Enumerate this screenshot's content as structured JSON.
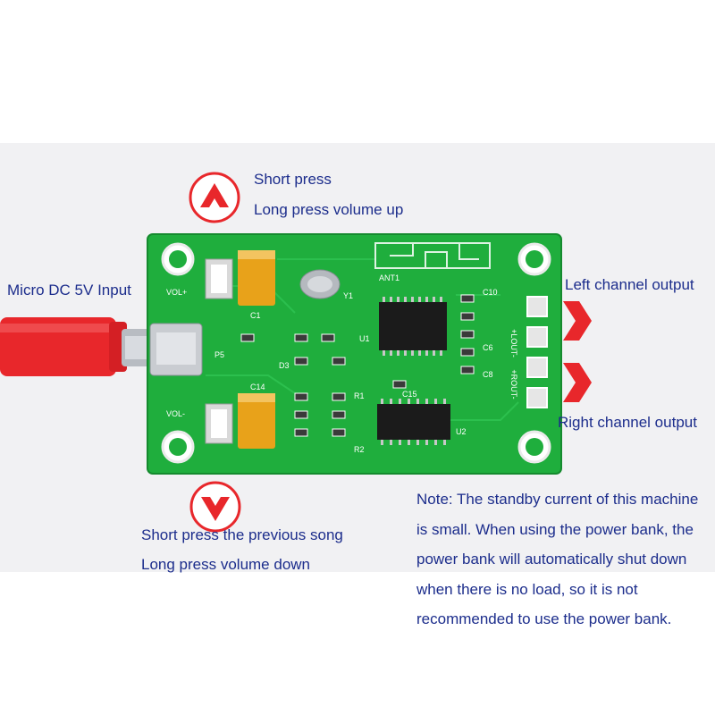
{
  "annotations": {
    "vol_up": {
      "line1": "Short press",
      "line2": "Long press volume up"
    },
    "vol_down": {
      "line1": "Short press the previous song",
      "line2": "Long press volume down"
    },
    "input": "Micro DC 5V Input",
    "left_output": "Left channel output",
    "right_output": "Right channel output",
    "note": "Note: The standby current of this machine is small. When using the power bank, the power bank will automatically shut down when there is no load, so it is not recommended to use the power bank."
  },
  "board_silkscreen": {
    "vol_plus": "VOL+",
    "vol_minus": "VOL-",
    "antenna": "ANT1",
    "lout": "+LOUT-",
    "rout": "+ROUT-",
    "refs": [
      "C1",
      "C14",
      "Y1",
      "P5",
      "U1",
      "U2",
      "D3",
      "R1",
      "R2",
      "C15",
      "C10",
      "C6",
      "C8"
    ]
  },
  "colors": {
    "pcb": "#1fae3d",
    "pcb_dark": "#178f30",
    "silkscreen": "#ffffff",
    "capacitor": "#e8a21a",
    "cable": "#e8272b",
    "arrow": "#e8272b",
    "label_text": "#1c2d8c"
  },
  "icons": [
    "up-arrow-icon",
    "down-arrow-icon",
    "chevron-right-icon"
  ]
}
